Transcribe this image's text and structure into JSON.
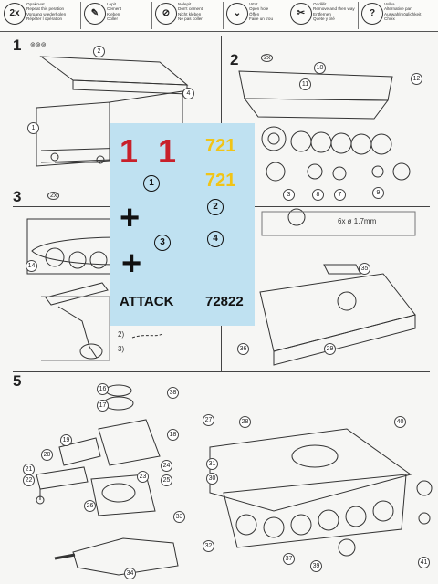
{
  "legend": [
    {
      "icon": "2x",
      "lines": [
        "Opakovat",
        "Repeat this peration",
        "Vorgang wiederholen",
        "Répéter l opération"
      ]
    },
    {
      "icon": "",
      "lines": [
        "Lepit",
        "Cement",
        "Kleben",
        "Coller"
      ]
    },
    {
      "icon": "",
      "lines": [
        "Nelepit",
        "Don't cement",
        "Nicht kleben",
        "Ne pas coller"
      ]
    },
    {
      "icon": "",
      "lines": [
        "Vrtat",
        "Open hole",
        "Öffen",
        "Faire un trou"
      ]
    },
    {
      "icon": "",
      "lines": [
        "Oddělit",
        "Remove and then way",
        "Entfernen",
        "Quete y tiré"
      ]
    },
    {
      "icon": "?",
      "lines": [
        "Volba",
        "Alternative part",
        "Auswahlmöglichkeit",
        "Choix"
      ]
    }
  ],
  "steps": {
    "s1": "1",
    "s2": "2",
    "s3": "3",
    "s5": "5",
    "chips_s1": "⊚⊚⊚",
    "chips_s2": "2x",
    "chips_s3": "2x"
  },
  "parts": {
    "p2": "2",
    "p4": "4",
    "p1": "1",
    "p11": "11",
    "p10": "10",
    "p12": "12",
    "p3": "3",
    "p8": "8",
    "p7": "7",
    "p9": "9",
    "p14": "14",
    "p35": "35",
    "p29": "29",
    "p36": "36",
    "p16": "16",
    "p17": "17",
    "p18": "18",
    "p19": "19",
    "p20": "20",
    "p21": "21",
    "p22": "22",
    "p23": "23",
    "p24": "24",
    "p25": "25",
    "p26": "26",
    "p27": "27",
    "p28": "28",
    "p30": "30",
    "p31": "31",
    "p32": "32",
    "p33": "33",
    "p34": "34",
    "p37": "37",
    "p38": "38",
    "p39": "39",
    "p40": "40",
    "p41": "41"
  },
  "drill": "6x ø 1,7mm",
  "alt_labels": {
    "a2": "2)",
    "a3": "3)"
  },
  "decal": {
    "num_red": "1 1",
    "num_yellow_1": "721",
    "num_yellow_2": "721",
    "c1": "1",
    "c2": "2",
    "c3": "3",
    "c4": "4",
    "cross": "+",
    "attack": "ATTACK",
    "code": "72822"
  },
  "colors": {
    "decal_bg": "#bfe1f1",
    "red": "#c8202a",
    "yellow": "#f1c416"
  }
}
